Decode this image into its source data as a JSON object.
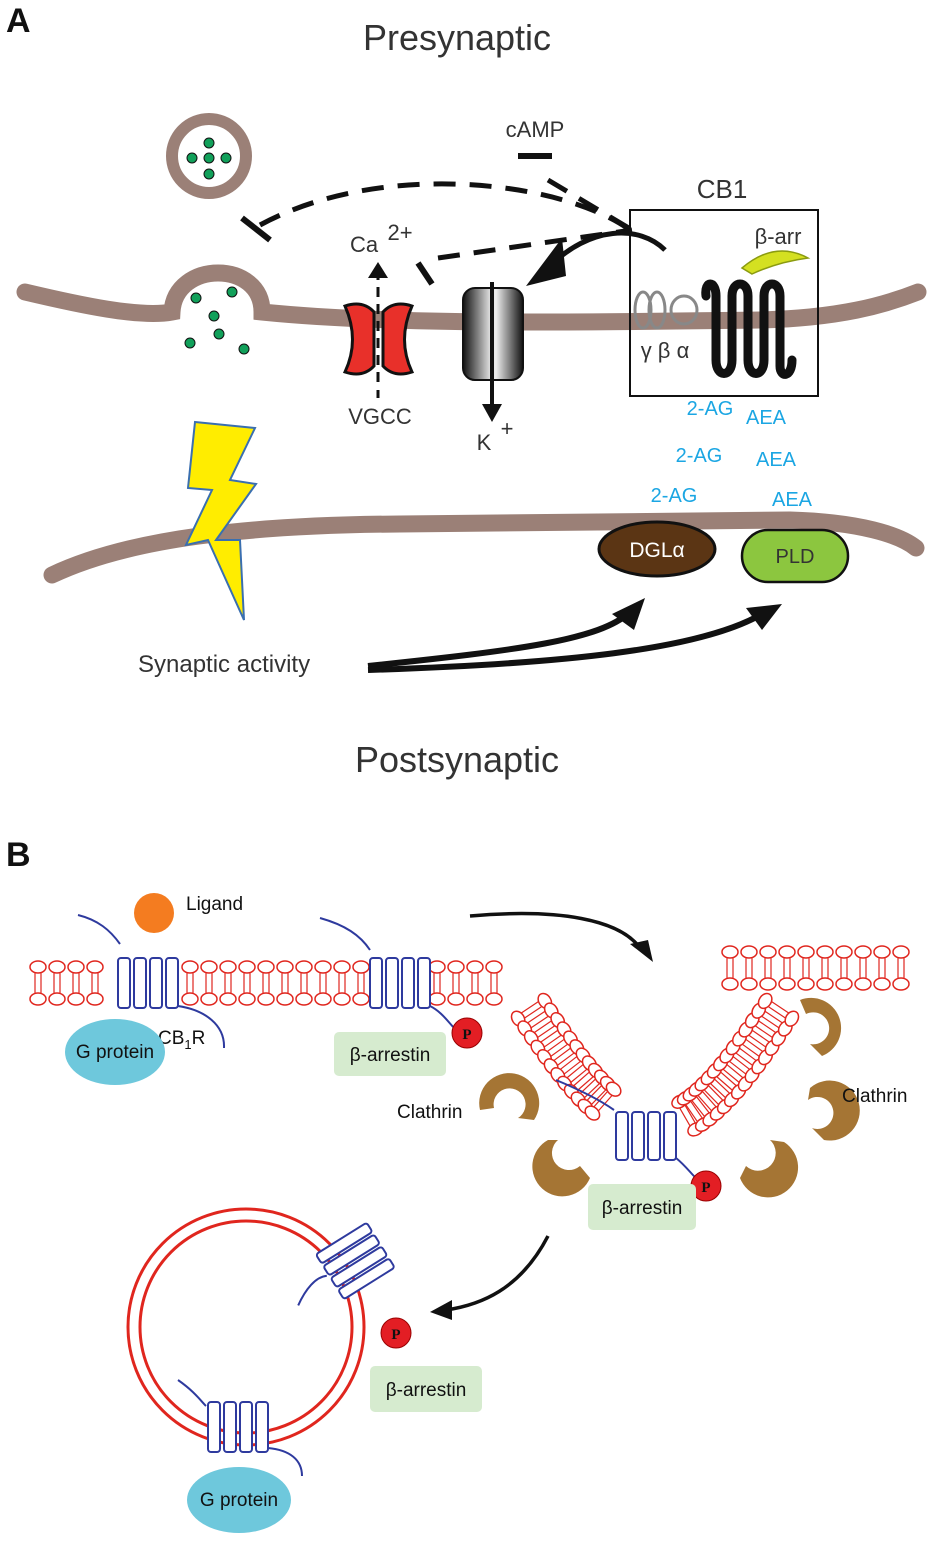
{
  "panel_a": {
    "letter": "A",
    "presynaptic_title": "Presynaptic",
    "postsynaptic_title": "Postsynaptic",
    "camp_label": "cAMP",
    "cb1_label": "CB1",
    "beta_arr_label": "β-arr",
    "ca_label": "Ca",
    "ca_charge": "2+",
    "vgcc_label": "VGCC",
    "k_label": "K",
    "k_charge": "+",
    "g_subunits": "γ β α",
    "two_ag_labels": [
      "2-AG",
      "2-AG",
      "2-AG"
    ],
    "aea_labels": [
      "AEA",
      "AEA",
      "AEA"
    ],
    "dgl_label": "DGLα",
    "pld_label": "PLD",
    "synaptic_activity_label": "Synaptic activity"
  },
  "panel_b": {
    "letter": "B",
    "ligand_label": "Ligand",
    "receptor_label": "CB",
    "receptor_sub": "1",
    "receptor_suffix": "R",
    "g_protein_label": "G protein",
    "beta_arrestin_label": "β-arrestin",
    "clathrin_label": "Clathrin",
    "p_label": "P"
  },
  "colors": {
    "membrane_brown": "#9b8077",
    "ca_channel_red": "#e8302a",
    "dgl_brown": "#5b3514",
    "pld_green": "#8cc63f",
    "beta_arr_yellow": "#d4e021",
    "ligand_orange": "#f47c20",
    "g_protein_cyan": "#6ec8dc",
    "beta_arrestin_green": "#d6ebcf",
    "clathrin_brown": "#a57534",
    "phospho_red": "#e31e24",
    "lipid_red": "#e0261e",
    "receptor_blue": "#2e3a9e",
    "label_blue": "#1ba6e3"
  }
}
